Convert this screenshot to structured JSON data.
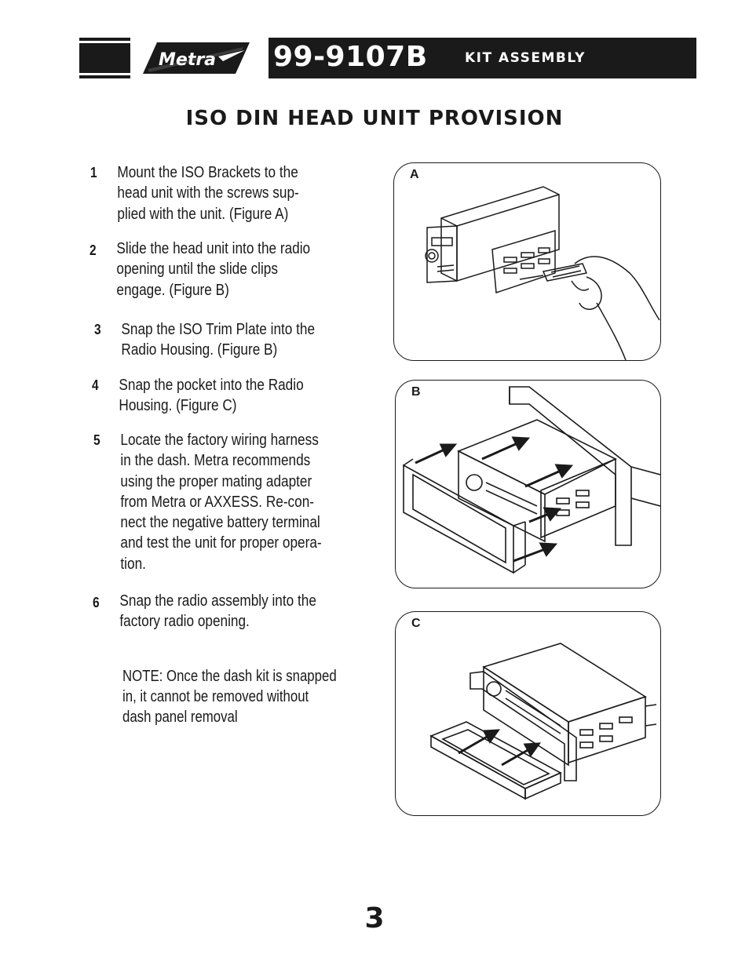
{
  "header": {
    "brand": "Metra",
    "model": "99-9107B",
    "section": "KIT ASSEMBLY"
  },
  "title": "ISO DIN HEAD UNIT PROVISION",
  "steps": [
    {
      "num": "1",
      "text": "Mount the ISO Brackets to the\nhead unit with the screws sup-\nplied with the unit.  (Figure A)"
    },
    {
      "num": "2",
      "text": "Slide the head unit into the radio\nopening until the slide clips\nengage.  (Figure B)"
    },
    {
      "num": "3",
      "text": "Snap the ISO Trim Plate into the\nRadio Housing.  (Figure B)"
    },
    {
      "num": "4",
      "text": "Snap the pocket into the Radio\nHousing.  (Figure C)"
    },
    {
      "num": "5",
      "text": "Locate the factory wiring harness\nin the dash.  Metra recommends\nusing the proper mating adapter\nfrom Metra or AXXESS.  Re-con-\nnect the negative battery terminal\nand test the unit for proper opera-\ntion."
    },
    {
      "num": "6",
      "text": "Snap the radio assembly into the\nfactory radio opening."
    }
  ],
  "note": "NOTE: Once the dash kit is snapped\nin, it cannot be removed without\ndash panel removal",
  "figures": [
    {
      "label": "A"
    },
    {
      "label": "B"
    },
    {
      "label": "C"
    }
  ],
  "page_number": "3"
}
